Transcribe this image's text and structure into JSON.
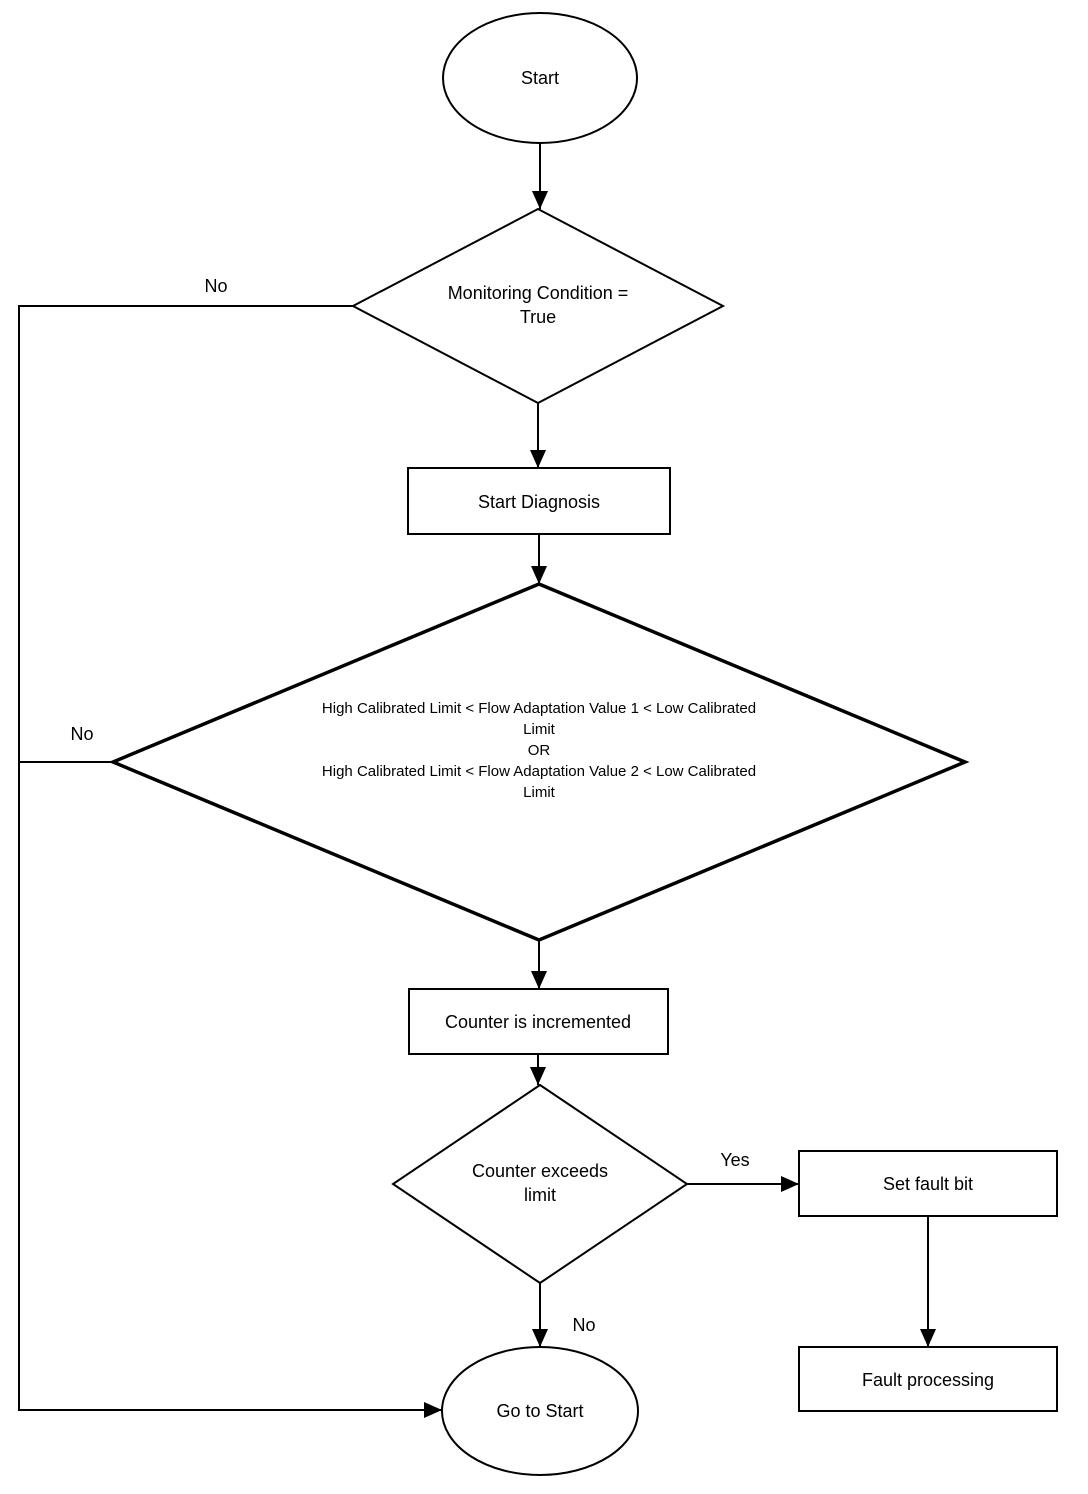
{
  "diagram": {
    "background": "#ffffff",
    "stroke_color": "#000000",
    "nodes": {
      "start": {
        "shape": "ellipse",
        "label": "Start"
      },
      "monitoring_condition": {
        "shape": "decision",
        "label_lines": [
          "Monitoring Condition =",
          "True"
        ]
      },
      "start_diagnosis": {
        "shape": "process",
        "label": "Start Diagnosis"
      },
      "flow_adaptation_check": {
        "shape": "decision",
        "label_lines": [
          "High Calibrated Limit < Flow Adaptation Value 1 < Low Calibrated",
          "Limit",
          "OR",
          "High Calibrated Limit < Flow Adaptation Value 2 < Low Calibrated",
          "Limit"
        ]
      },
      "counter_incremented": {
        "shape": "process",
        "label": "Counter is incremented"
      },
      "counter_exceeds_limit": {
        "shape": "decision",
        "label_lines": [
          "Counter exceeds",
          "limit"
        ]
      },
      "set_fault_bit": {
        "shape": "process",
        "label": "Set fault bit"
      },
      "fault_processing": {
        "shape": "process",
        "label": "Fault processing"
      },
      "go_to_start": {
        "shape": "ellipse",
        "label": "Go to Start"
      }
    },
    "edge_labels": {
      "monitoring_no": "No",
      "flow_check_no": "No",
      "counter_yes": "Yes",
      "counter_no": "No"
    }
  }
}
